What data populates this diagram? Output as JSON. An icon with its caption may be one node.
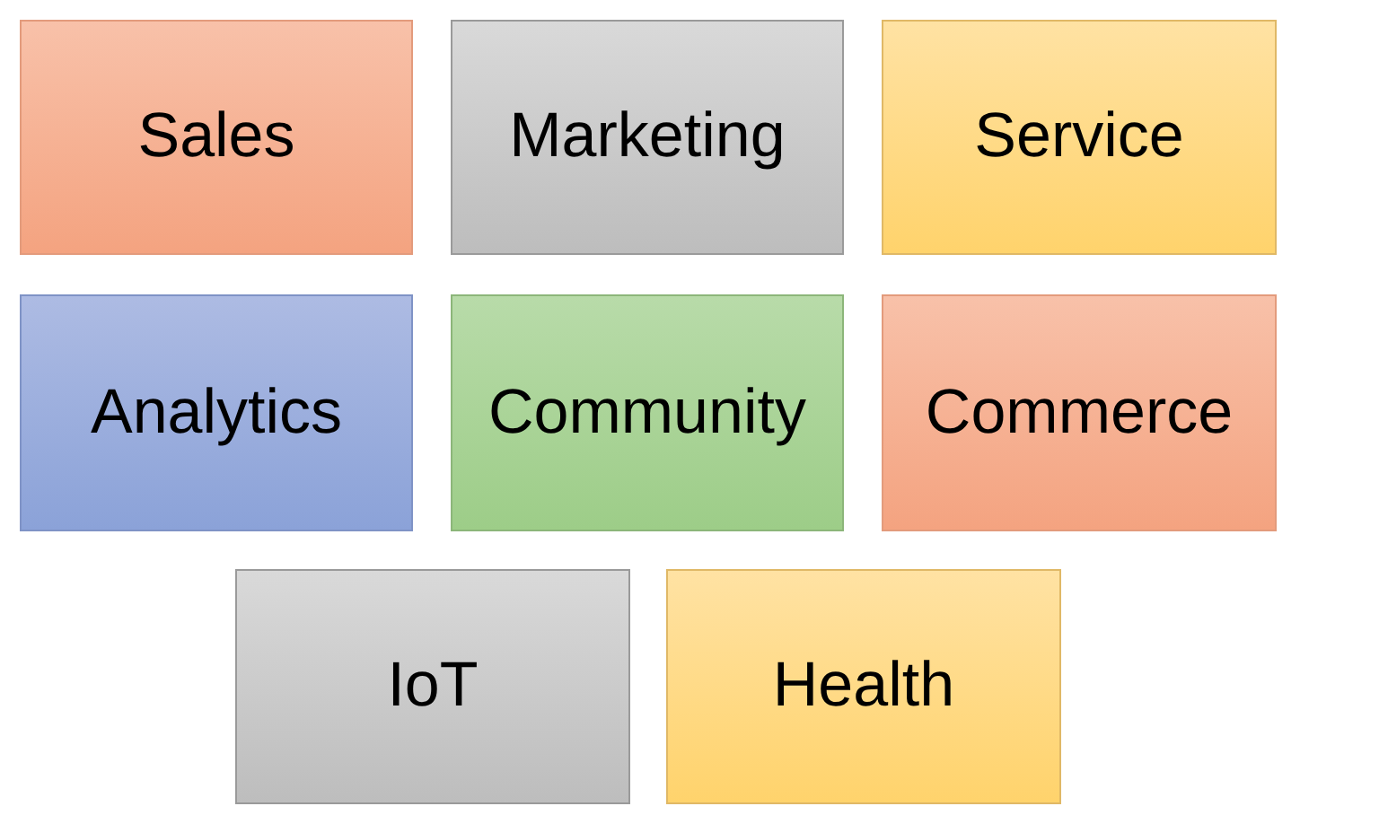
{
  "diagram": {
    "nodes": [
      {
        "text": [
          "Sales"
        ]
      },
      {
        "text": [
          "Marketing"
        ]
      },
      {
        "text": [
          "Service"
        ]
      },
      {
        "text": [
          "Analytics"
        ]
      },
      {
        "text": [
          "Community"
        ]
      },
      {
        "text": [
          "Commerce"
        ]
      },
      {
        "text": [
          "IoT"
        ]
      },
      {
        "text": [
          "Health"
        ]
      }
    ],
    "edges": []
  }
}
